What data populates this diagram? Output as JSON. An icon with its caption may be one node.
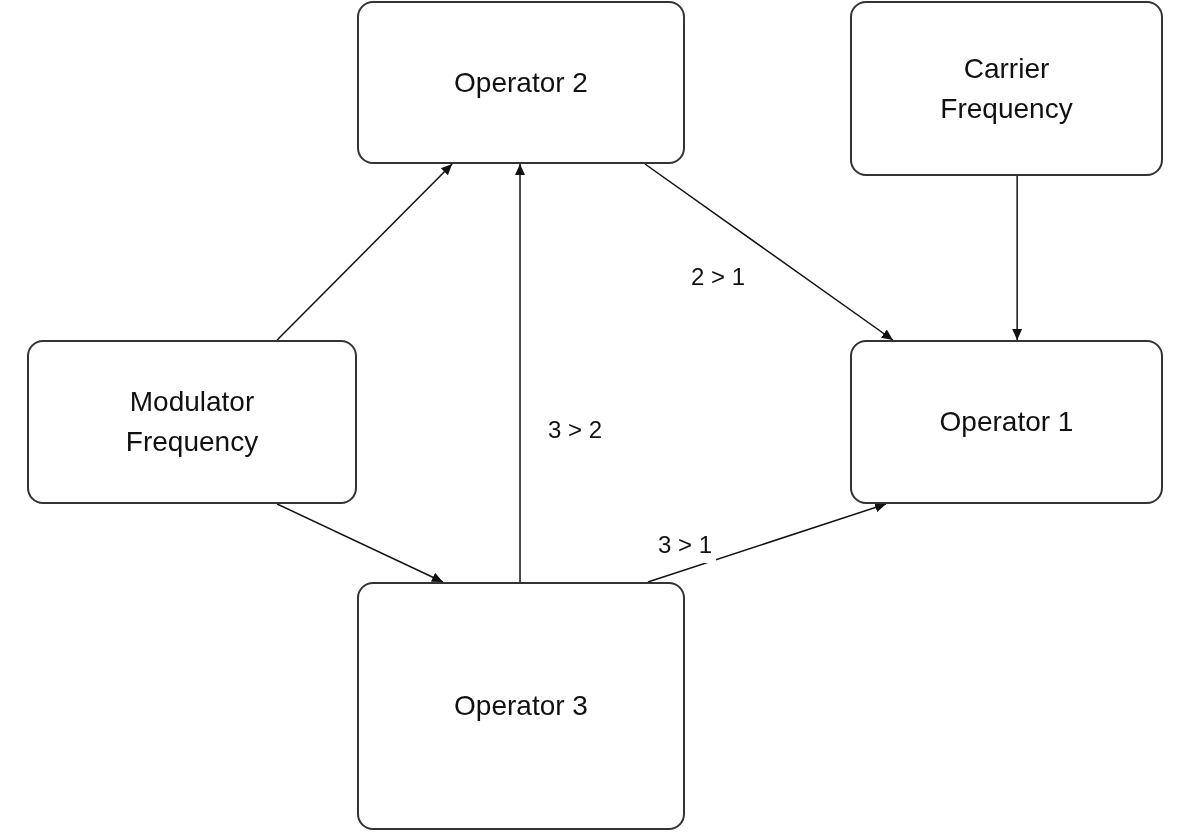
{
  "diagram": {
    "nodes": [
      {
        "text": [
          "Operator 2"
        ]
      },
      {
        "text": [
          "Carrier Frequency"
        ]
      },
      {
        "text": [
          "Modulator Frequency"
        ]
      },
      {
        "text": [
          "Operator 1"
        ]
      },
      {
        "text": [
          "Operator 3"
        ]
      }
    ],
    "edges": [
      {
        "from": 2,
        "to": 0,
        "arrow": "to"
      },
      {
        "from": 2,
        "to": 4,
        "arrow": "to"
      },
      {
        "from": 4,
        "to": 0,
        "arrow": "to",
        "label": "3 > 2"
      },
      {
        "from": 0,
        "to": 3,
        "arrow": "to",
        "label": "2 > 1"
      },
      {
        "from": 4,
        "to": 3,
        "arrow": "to",
        "label": "3 > 1"
      },
      {
        "from": 1,
        "to": 3,
        "arrow": "to"
      }
    ]
  }
}
